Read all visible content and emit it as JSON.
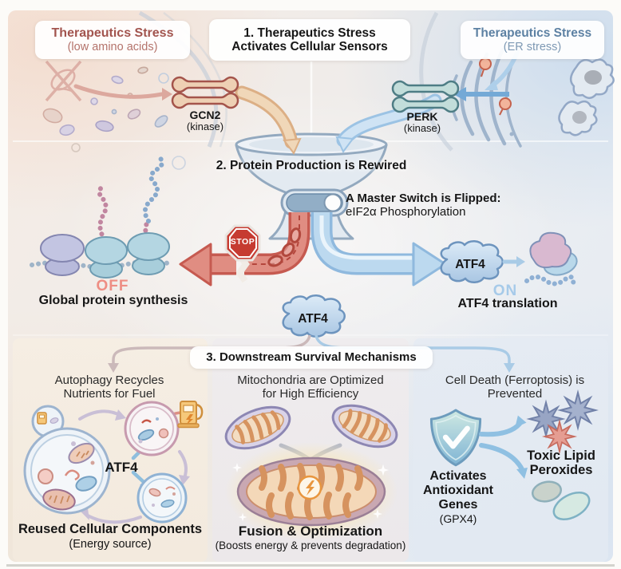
{
  "top": {
    "left_box": {
      "title": "Therapeutics Stress",
      "subtitle": "(low amino acids)"
    },
    "center_box": {
      "line1": "1. Therapeutics Stress",
      "line2": "Activates Cellular Sensors"
    },
    "right_box": {
      "title": "Therapeutics Stress",
      "subtitle": "(ER stress)"
    },
    "gcn2": {
      "name": "GCN2",
      "type": "(kinase)"
    },
    "perk": {
      "name": "PERK",
      "type": "(kinase)"
    }
  },
  "middle": {
    "title": "2. Protein Production is Rewired",
    "switch": {
      "line1": "A Master Switch is Flipped:",
      "line2": "eIF2α Phosphorylation"
    },
    "stop": "STOP",
    "off_status": "OFF",
    "off_label": "Global protein synthesis",
    "atf4_right": "ATF4",
    "on_status": "ON",
    "on_label": "ATF4 translation"
  },
  "bottom": {
    "atf4_badge": "ATF4",
    "title": "3. Downstream Survival Mechanisms",
    "autophagy": {
      "header1": "Autophagy Recycles",
      "header2": "Nutrients for Fuel",
      "atf4": "ATF4",
      "footer": "Reused Cellular Components",
      "footer_sub": "(Energy source)"
    },
    "mitochondria": {
      "header1": "Mitochondria are Optimized",
      "header2": "for High Efficiency",
      "footer": "Fusion & Optimization",
      "footer_sub": "(Boosts energy & prevents degradation)"
    },
    "ferroptosis": {
      "header1": "Cell Death (Ferroptosis) is",
      "header2": "Prevented",
      "shield1": "Activates",
      "shield2": "Antioxidant",
      "shield3": "Genes",
      "shield_sub": "(GPX4)",
      "toxic1": "Toxic Lipid",
      "toxic2": "Peroxides"
    }
  },
  "colors": {
    "stress_warm_text": "#a2544e",
    "stress_cool_text": "#5d81a3",
    "stop_red": "#c63b31",
    "off_salmon": "#ee8e84",
    "on_blue": "#a6cae9",
    "warm_arrow": "#e9cba6",
    "cool_arrow": "#bcd9ef",
    "accent_teal_shield": "#7fb4d4"
  },
  "icons": {
    "stop_sign": "octagon",
    "toggle_switch": "pill+knob",
    "shield_check": "✓",
    "lightning": "⚡",
    "gas_pump": "fuel-pump",
    "no_nutrients": "crossed-out"
  }
}
